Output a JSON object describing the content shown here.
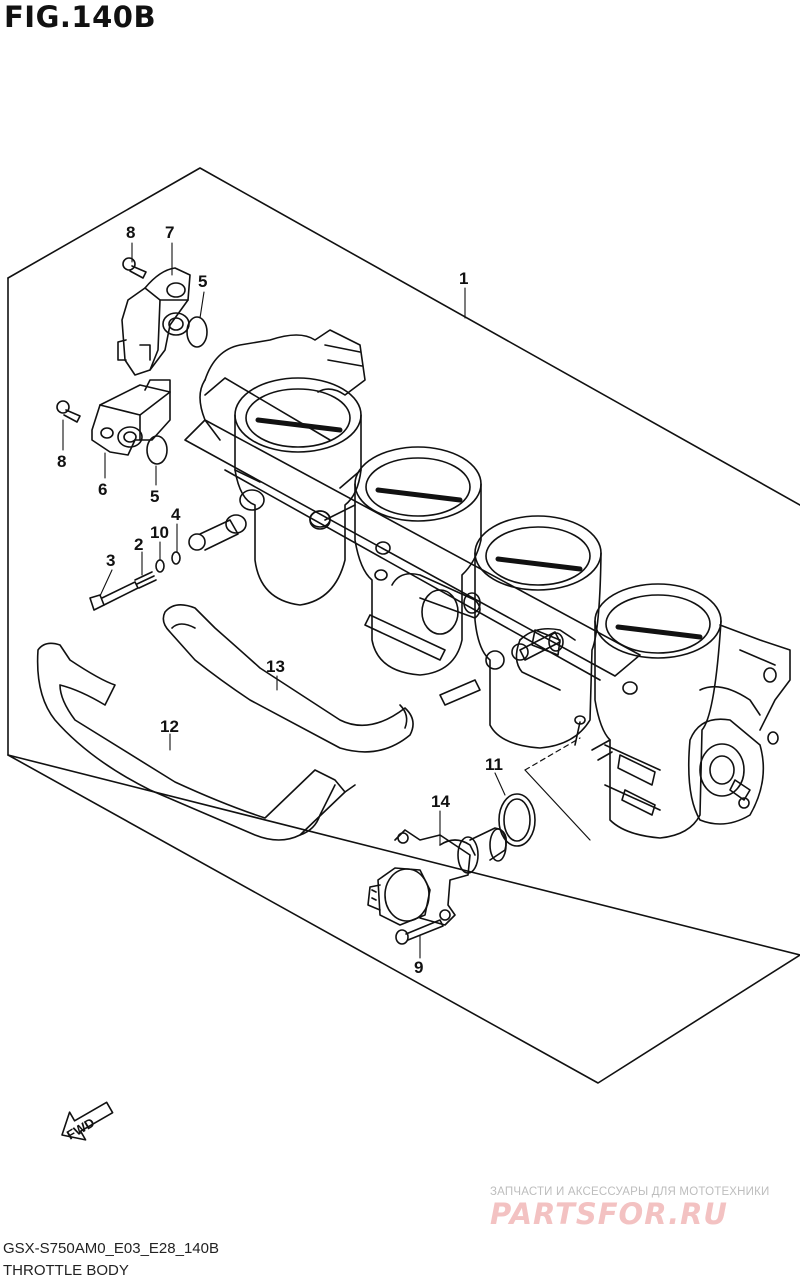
{
  "figure": {
    "title": "FIG.140B"
  },
  "callouts": [
    "1",
    "2",
    "3",
    "4",
    "5",
    "5",
    "6",
    "7",
    "8",
    "8",
    "9",
    "10",
    "11",
    "12",
    "13",
    "14"
  ],
  "fwd_label": "FWD",
  "footer": {
    "code": "GSX-S750AM0_E03_E28_140B",
    "caption": "THROTTLE BODY"
  },
  "watermark": {
    "subtitle": "ЗАПЧАСТИ И АКСЕССУАРЫ ДЛЯ МОТОТЕХНИКИ",
    "logo": "PARTSFOR.RU"
  }
}
